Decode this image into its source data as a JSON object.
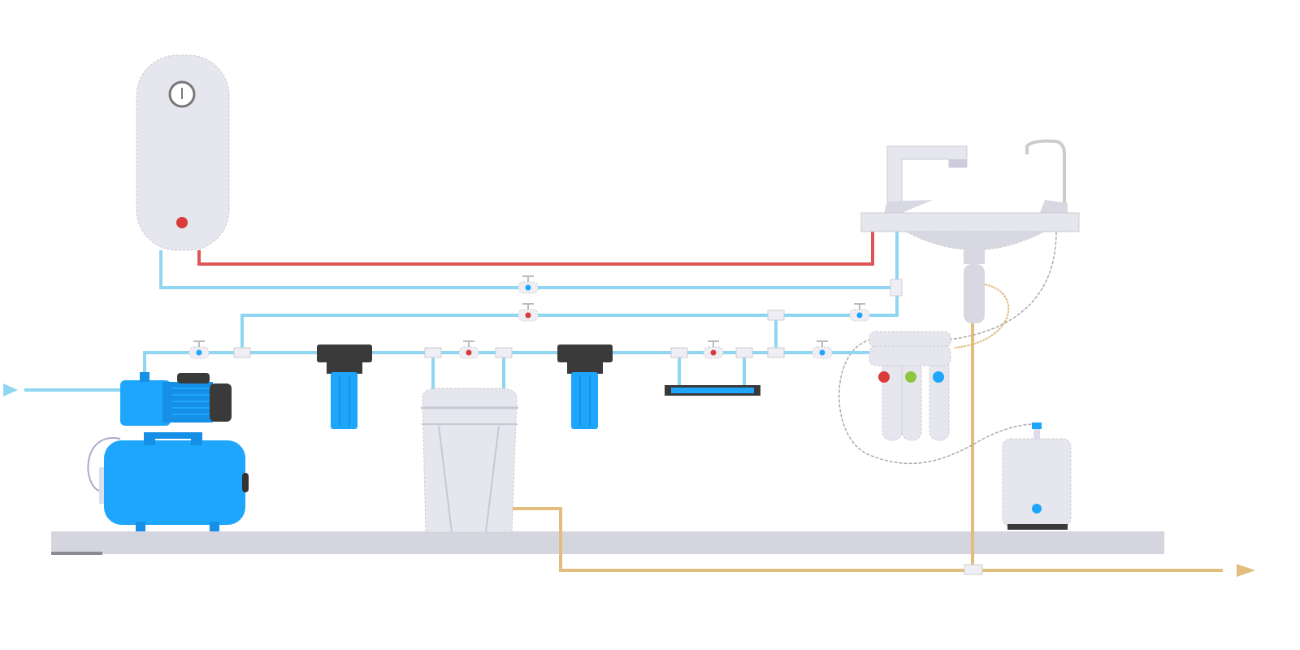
{
  "diagram": {
    "components": [
      {
        "id": "water-heater",
        "icon": "boiler-icon"
      },
      {
        "id": "pump-station",
        "icon": "pump-icon"
      },
      {
        "id": "pre-filter-1",
        "icon": "filter-housing-icon"
      },
      {
        "id": "softener",
        "icon": "softener-tank-icon"
      },
      {
        "id": "pre-filter-2",
        "icon": "filter-housing-icon"
      },
      {
        "id": "uv-sterilizer",
        "icon": "uv-lamp-icon"
      },
      {
        "id": "reverse-osmosis",
        "icon": "ro-filter-icon"
      },
      {
        "id": "storage-tank",
        "icon": "tank-icon"
      },
      {
        "id": "sink",
        "icon": "sink-icon"
      }
    ],
    "colors": {
      "cold_pipe": "#8fd6f2",
      "hot_pipe": "#dd5555",
      "drain_pipe": "#e2bd7e",
      "equipment_blue": "#1ea5fc",
      "equipment_dark": "#3a3a3a",
      "appliance_gray": "#e6e6ef",
      "floor": "#d5d5e0",
      "valve_red": "#d93a3a",
      "valve_blue": "#1ea5fc",
      "ro_green": "#8cc63f"
    }
  }
}
